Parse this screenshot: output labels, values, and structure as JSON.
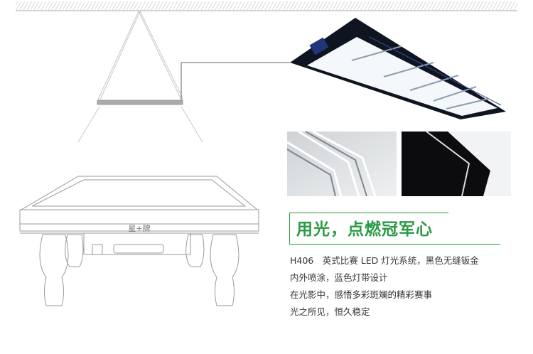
{
  "headline": "用光，点燃冠军心",
  "description": [
    "H406　英式比赛 LED 灯光系统，黑色无缝钣金",
    "内外喷涂，蓝色灯带设计",
    "在光影中，感悟多彩斑斓的精彩赛事",
    "光之所见，恒久稳定"
  ],
  "brand_logo_text": "星+牌",
  "colors": {
    "accent": "#2a9a45",
    "text": "#333333",
    "fixture": "#0e1420"
  }
}
